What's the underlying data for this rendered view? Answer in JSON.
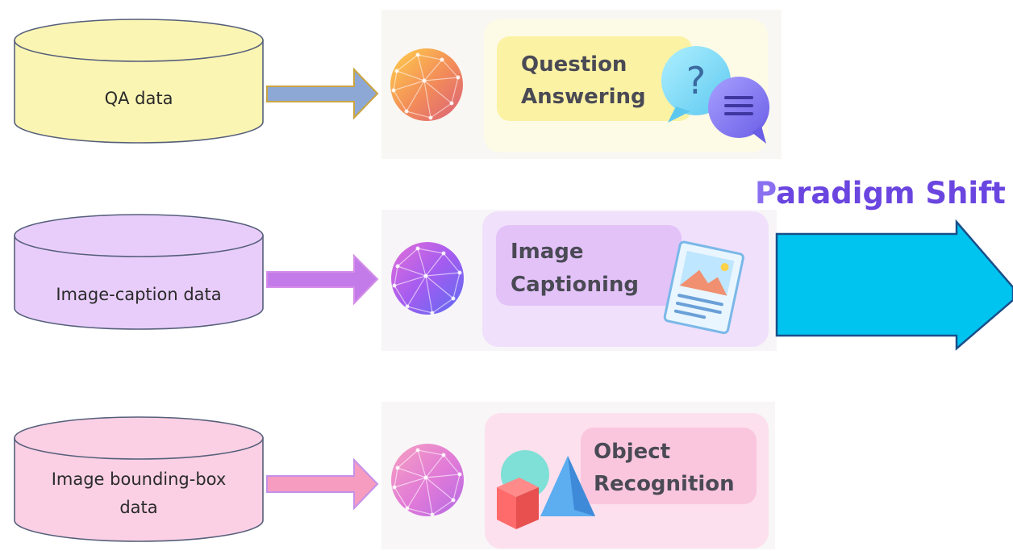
{
  "rows": [
    {
      "id": "qa",
      "data_label_lines": [
        "QA data"
      ],
      "task_label_lines": [
        "Question",
        "Answering"
      ],
      "task_icon": "speech-bubble-icon"
    },
    {
      "id": "caption",
      "data_label_lines": [
        "Image-caption data"
      ],
      "task_label_lines": [
        "Image",
        "Captioning"
      ],
      "task_icon": "picture-icon"
    },
    {
      "id": "bbox",
      "data_label_lines": [
        "Image bounding-box",
        "data"
      ],
      "task_label_lines": [
        "Object",
        "Recognition"
      ],
      "task_icon": "shapes-icon"
    }
  ],
  "paradigm": {
    "label_first": "P",
    "label_rest": "aradigm Shift"
  },
  "colors": {
    "qa_cylinder": "#fbf5b4",
    "caption_cylinder": "#e8cdfb",
    "bbox_cylinder": "#fbd0e4",
    "cylinder_stroke": "#555f7a",
    "qa_arrow": "#8ea8d6",
    "caption_arrow": "#c27be8",
    "bbox_arrow": "#f59cc0",
    "big_arrow": "#00c4f0",
    "paradigm_text": "#6a45e0"
  }
}
